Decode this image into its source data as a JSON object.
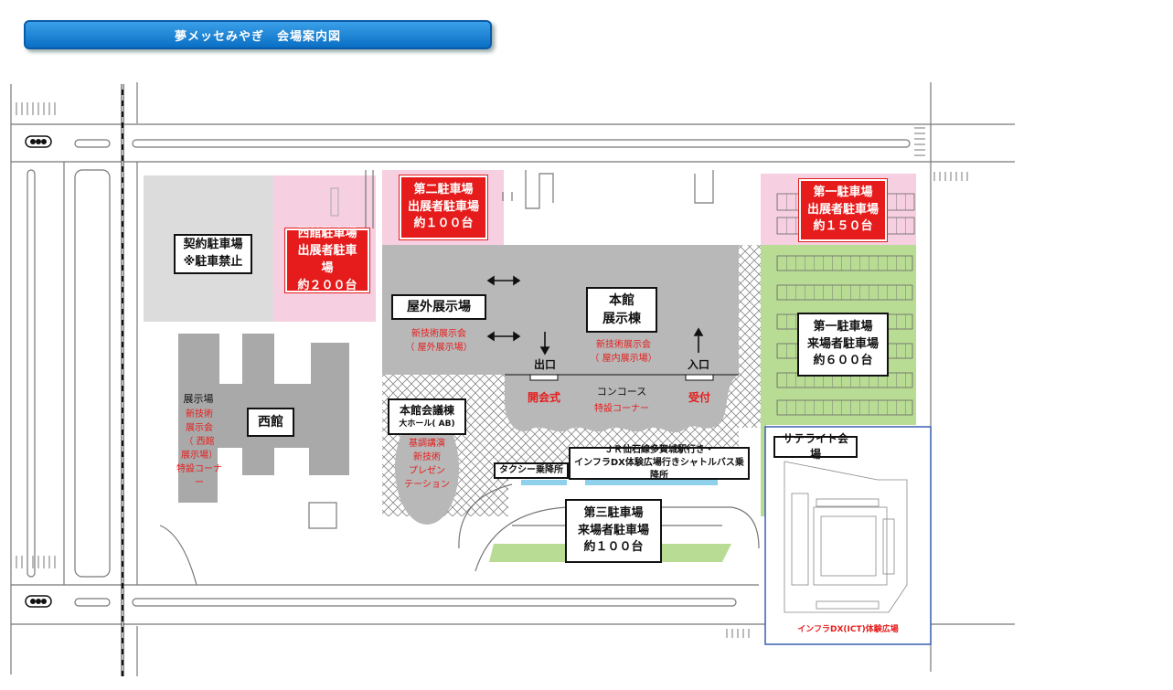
{
  "title": "夢メッセみやぎ　会場案内図",
  "labels": {
    "keiyaku_1": "契約駐車場",
    "keiyaku_2": "※駐車禁止",
    "nishikan_parking_1": "西館駐車場",
    "nishikan_parking_2": "出展者駐車場",
    "nishikan_parking_3": "約２００台",
    "second_parking_1": "第二駐車場",
    "second_parking_2": "出展者駐車場",
    "second_parking_3": "約１００台",
    "first_parking_ex_1": "第一駐車場",
    "first_parking_ex_2": "出展者駐車場",
    "first_parking_ex_3": "約１５０台",
    "first_parking_v_1": "第一駐車場",
    "first_parking_v_2": "来場者駐車場",
    "first_parking_v_3": "約６００台",
    "third_parking_1": "第三駐車場",
    "third_parking_2": "来場者駐車場",
    "third_parking_3": "約１００台",
    "outdoor": "屋外展示場",
    "outdoor_red_1": "新技術展示会",
    "outdoor_red_2": "（ 屋外展示場）",
    "honkan_1": "本館",
    "honkan_2": "展示棟",
    "honkan_red_1": "新技術展示会",
    "honkan_red_2": "（ 屋内展示場）",
    "exit": "出口",
    "entrance": "入口",
    "opening": "開会式",
    "reception": "受付",
    "concourse": "コンコース",
    "special_corner": "特設コーナー",
    "conference_1": "本館会議棟",
    "conference_2": "大ホール( AB)",
    "conference_red_1": "基調講演",
    "conference_red_2": "新技術",
    "conference_red_3": "プレゼン",
    "conference_red_4": "テーション",
    "nishikan": "西館",
    "tenji": "展示場",
    "nishikan_red_1": "新技術",
    "nishikan_red_2": "展示会",
    "nishikan_red_3": "（ 西館",
    "nishikan_red_4": "展示場）",
    "nishikan_red_5": "特設コーナー",
    "taxi": "タクシー乗降所",
    "shuttle_1": "ＪＲ仙石線多賀城駅行き・",
    "shuttle_2": "インフラDX体験広場行きシャトルバス乗降所",
    "satellite": "サテライト会場",
    "infra": "インフラDX(ICT)体験広場"
  },
  "colors": {
    "banner": "#0a6fc4",
    "red_label": "#e61c1c",
    "pink_parking": "#f6cfe0",
    "green_parking": "#b9dc95",
    "building_gray": "#b8b8b8",
    "satellite_border": "#3b5fb0"
  }
}
